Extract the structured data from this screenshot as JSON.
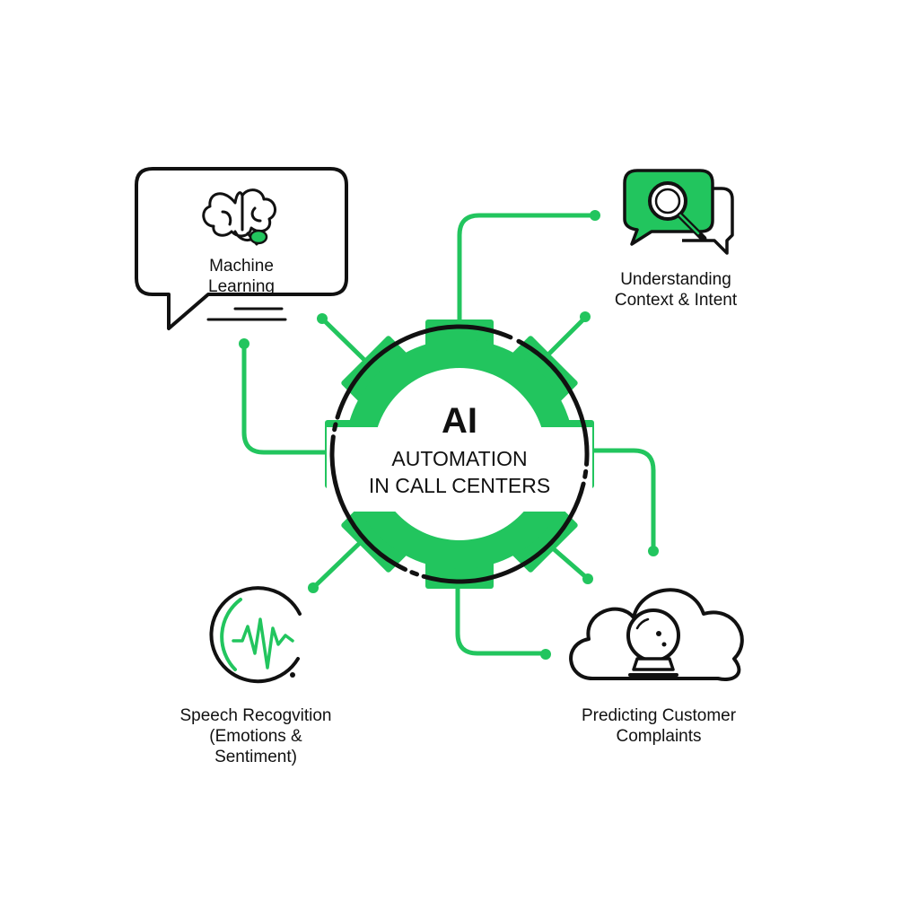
{
  "center": {
    "title": "AI",
    "subtitle_line1": "AUTOMATION",
    "subtitle_line2": "IN CALL CENTERS"
  },
  "nodes": {
    "machine_learning": {
      "line1": "Machine",
      "line2": "Learning",
      "icon": "brain-icon"
    },
    "understanding": {
      "line1": "Understanding",
      "line2": "Context & Intent",
      "icon": "magnifier-chat-icon"
    },
    "speech": {
      "line1": "Speech Recogvition",
      "line2": "(Emotions &",
      "line3": "Sentiment)",
      "icon": "waveform-icon"
    },
    "predicting": {
      "line1": "Predicting Customer",
      "line2": "Complaints",
      "icon": "crystal-ball-cloud-icon"
    }
  },
  "colors": {
    "accent": "#22c55e",
    "ink": "#111111",
    "background": "#ffffff"
  }
}
